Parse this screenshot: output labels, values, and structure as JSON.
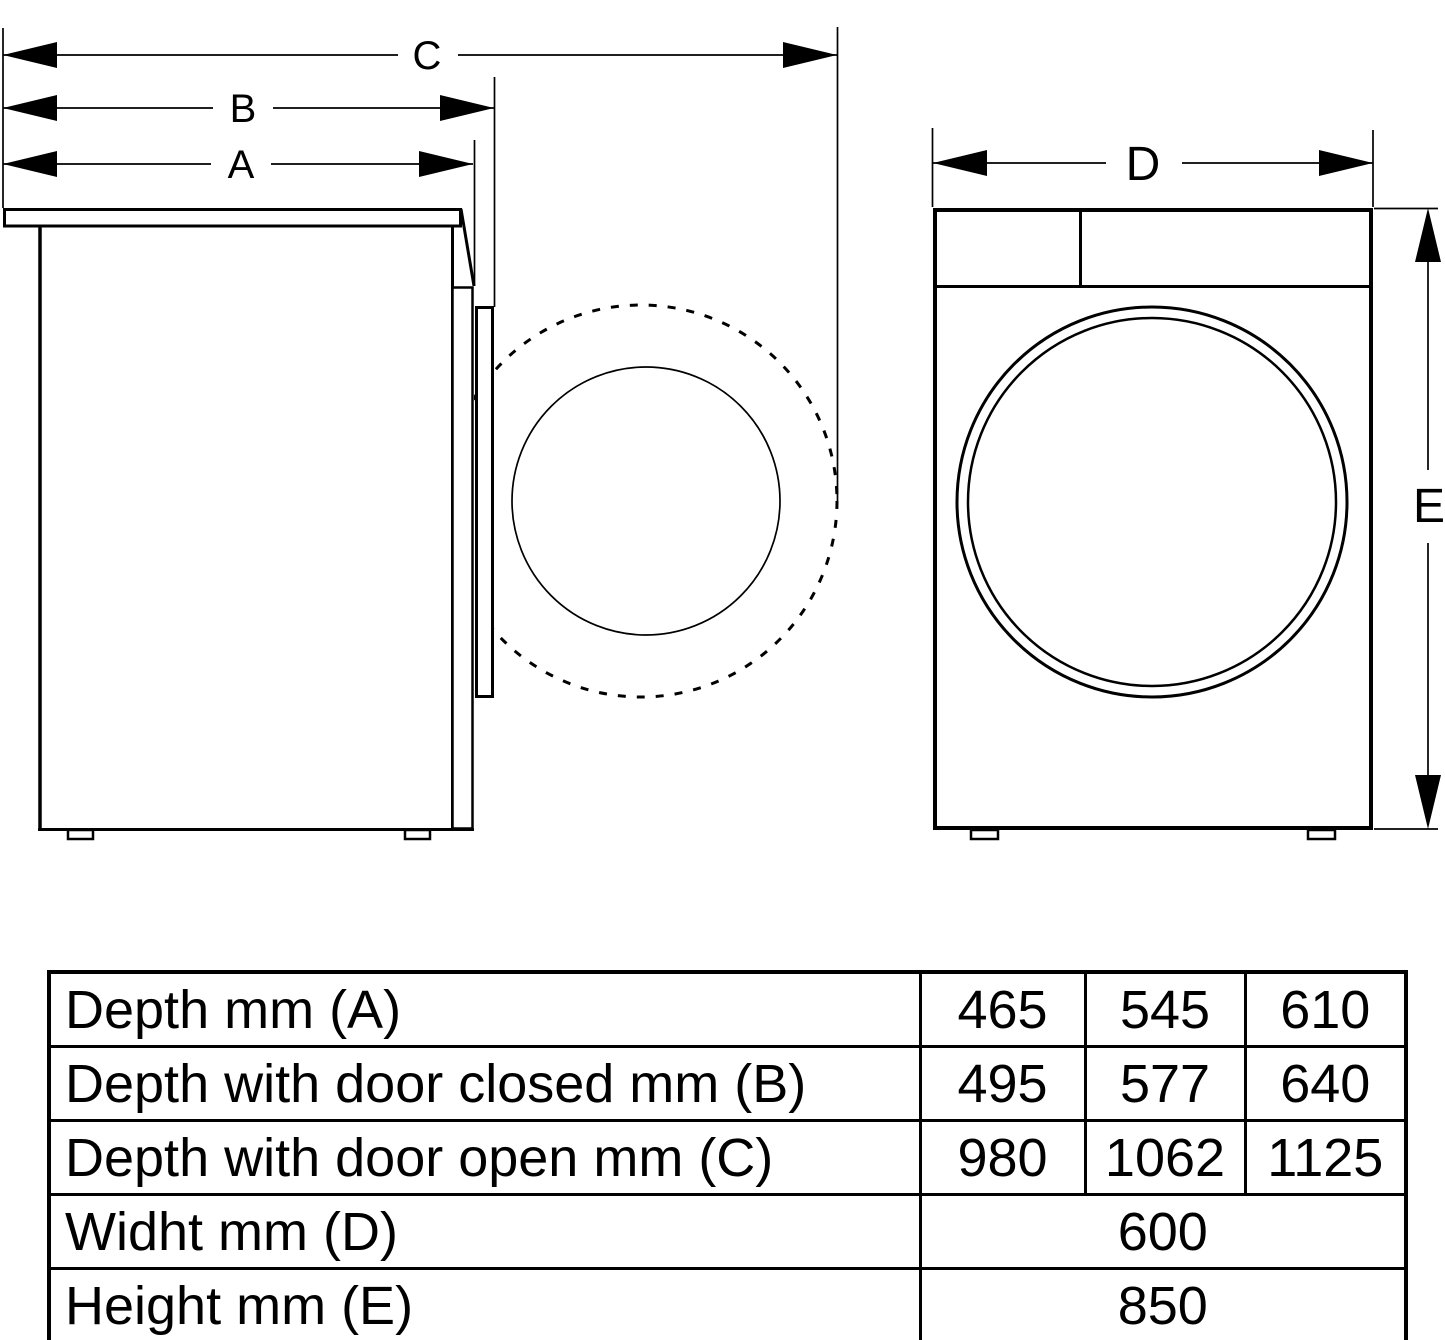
{
  "diagram": {
    "dimension_labels": {
      "a": "A",
      "b": "B",
      "c": "C",
      "d": "D",
      "e": "E"
    }
  },
  "table": {
    "rows": [
      {
        "label": "Depth mm (A)",
        "values": [
          "465",
          "545",
          "610"
        ]
      },
      {
        "label": "Depth with door closed mm (B)",
        "values": [
          "495",
          "577",
          "640"
        ]
      },
      {
        "label": "Depth with door open mm (C)",
        "values": [
          "980",
          "1062",
          "1125"
        ]
      },
      {
        "label": "Widht mm (D)",
        "value": "600"
      },
      {
        "label": "Height mm (E)",
        "value": "850"
      }
    ]
  },
  "colors": {
    "line": "#000000",
    "background": "#ffffff"
  }
}
